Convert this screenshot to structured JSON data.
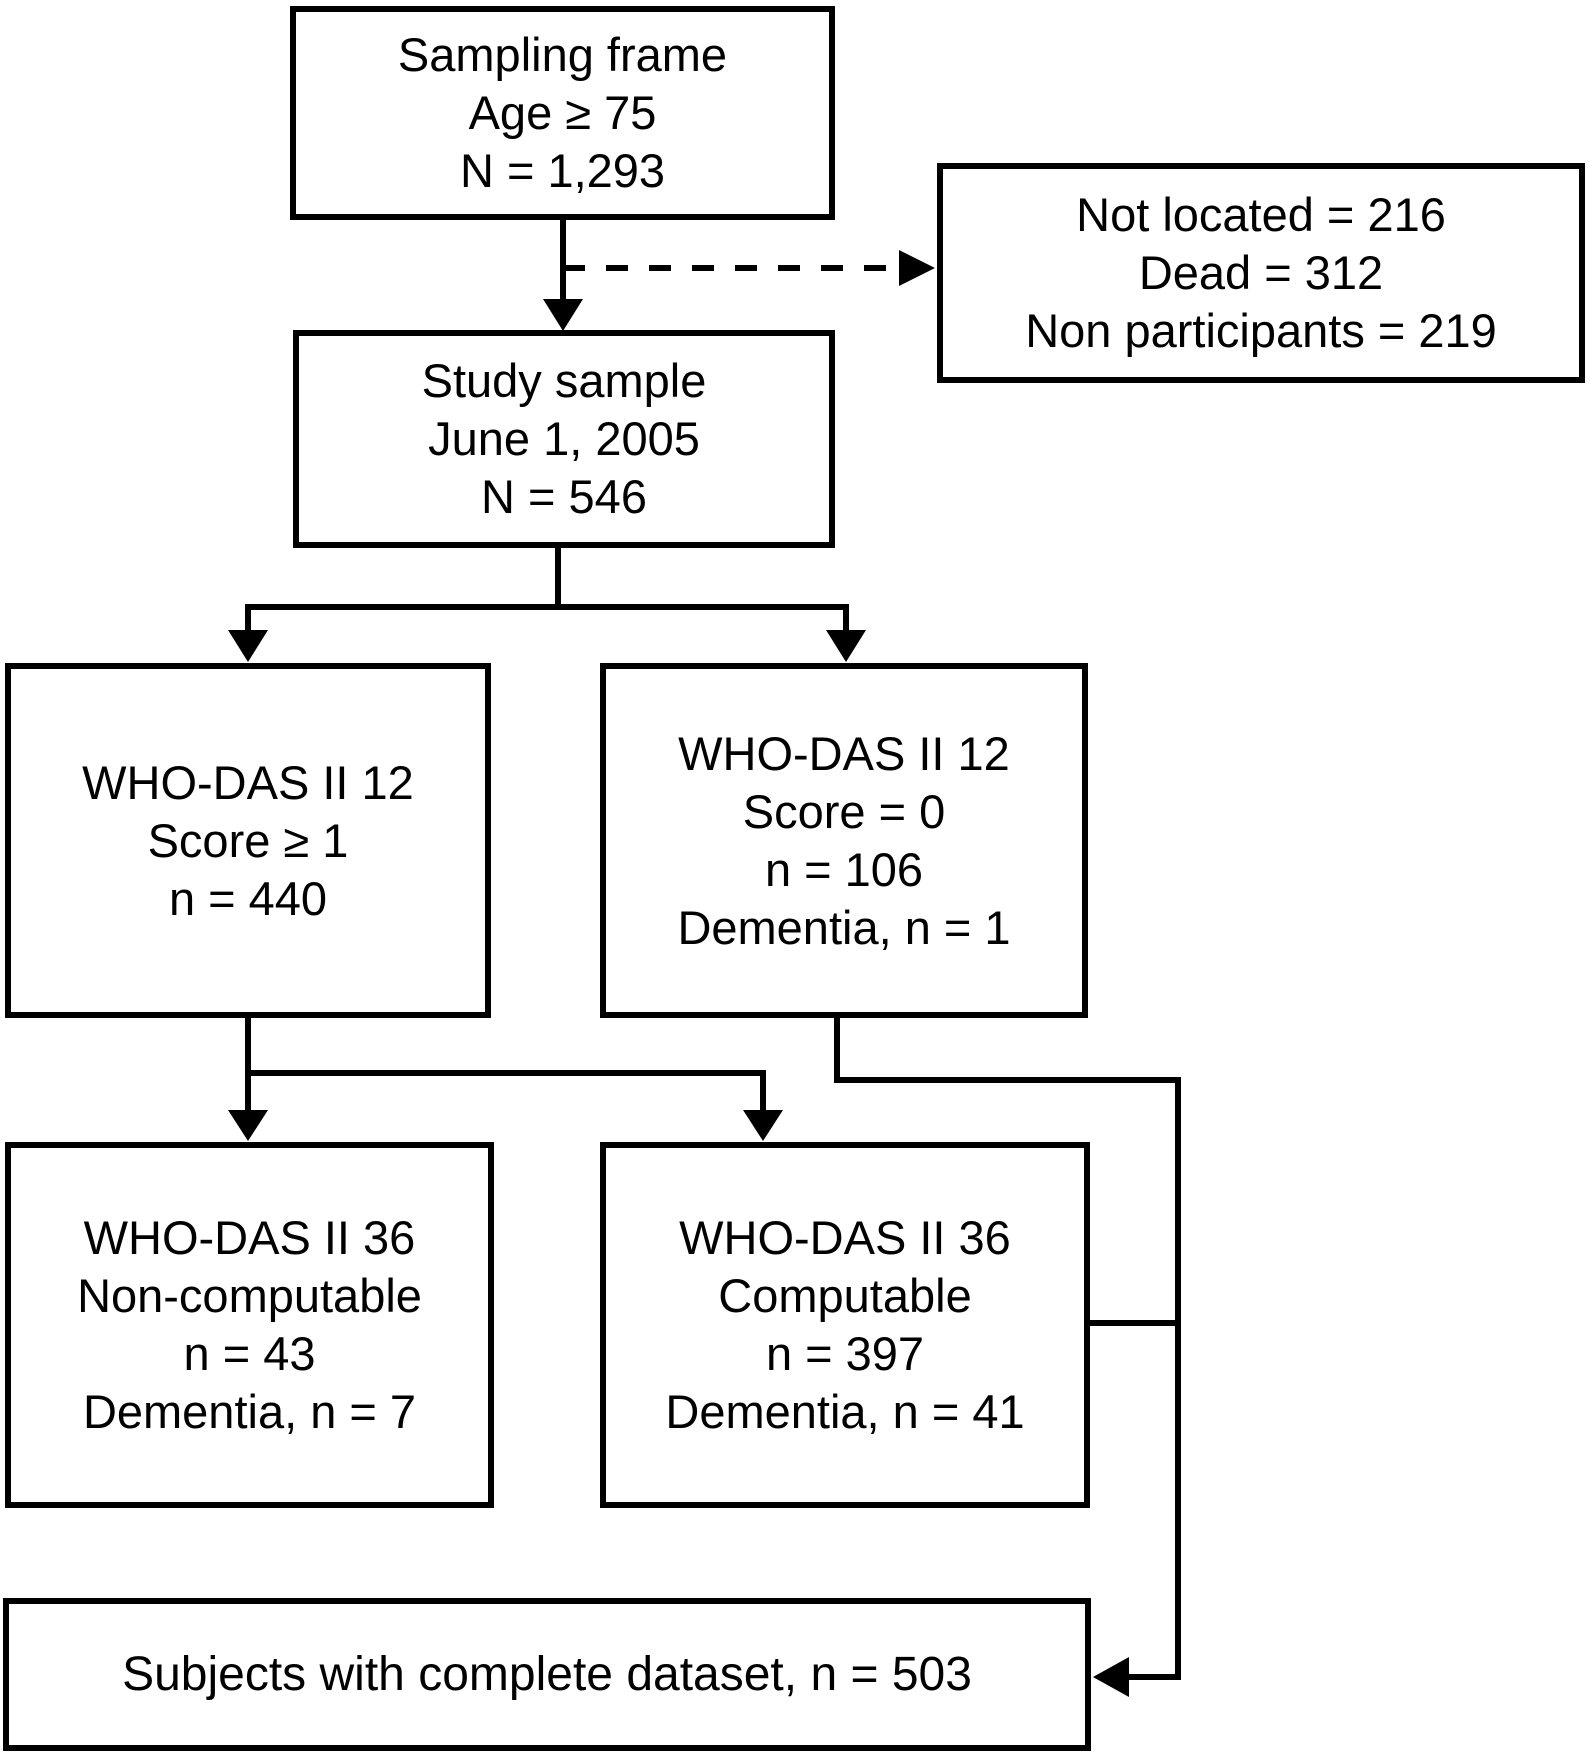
{
  "meta": {
    "background_color": "#ffffff",
    "line_color": "#000000",
    "text_color": "#000000"
  },
  "boxes": {
    "sampling_frame": {
      "line1": "Sampling frame",
      "line2": "Age ≥ 75",
      "line3": "N = 1,293"
    },
    "exclusions": {
      "line1": "Not located = 216",
      "line2": "Dead = 312",
      "line3": "Non participants = 219"
    },
    "study_sample": {
      "line1": "Study sample",
      "line2": "June 1, 2005",
      "line3": "N = 546"
    },
    "whodas12_score_ge1": {
      "line1": "WHO-DAS II 12",
      "line2": "Score ≥ 1",
      "line3": "n = 440"
    },
    "whodas12_score_eq0": {
      "line1": "WHO-DAS II 12",
      "line2": "Score = 0",
      "line3": "n = 106",
      "line4": "Dementia, n = 1"
    },
    "whodas36_noncomputable": {
      "line1": "WHO-DAS II 36",
      "line2": "Non-computable",
      "line3": "n = 43",
      "line4": "Dementia, n = 7"
    },
    "whodas36_computable": {
      "line1": "WHO-DAS II 36",
      "line2": "Computable",
      "line3": "n = 397",
      "line4": "Dementia, n = 41"
    },
    "complete_dataset": {
      "line1": "Subjects with complete dataset, n = 503"
    }
  },
  "edges": [
    {
      "from": "sampling_frame",
      "to": "study_sample",
      "style": "solid-arrow"
    },
    {
      "from": "sampling_frame",
      "to": "exclusions",
      "style": "dashed-arrow"
    },
    {
      "from": "study_sample",
      "to": "whodas12_score_ge1",
      "style": "solid-arrow"
    },
    {
      "from": "study_sample",
      "to": "whodas12_score_eq0",
      "style": "solid-arrow"
    },
    {
      "from": "whodas12_score_ge1",
      "to": "whodas36_noncomputable",
      "style": "solid-arrow"
    },
    {
      "from": "whodas12_score_ge1",
      "to": "whodas36_computable",
      "style": "solid-arrow"
    },
    {
      "from": "whodas12_score_eq0",
      "to": "complete_dataset",
      "style": "solid-arrow"
    },
    {
      "from": "whodas36_computable",
      "to": "complete_dataset",
      "style": "solid-arrow"
    }
  ]
}
